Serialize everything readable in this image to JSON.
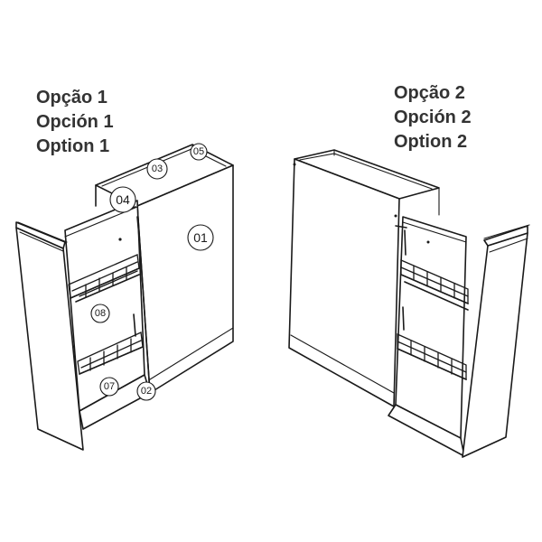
{
  "captions": {
    "left": [
      "Opção 1",
      "Opción 1",
      "Option 1"
    ],
    "right": [
      "Opção 2",
      "Opción 2",
      "Option 2"
    ]
  },
  "callouts": {
    "c01": "01",
    "c02": "02",
    "c03": "03",
    "c04": "04",
    "c05": "05",
    "c07": "07",
    "c08": "08"
  }
}
